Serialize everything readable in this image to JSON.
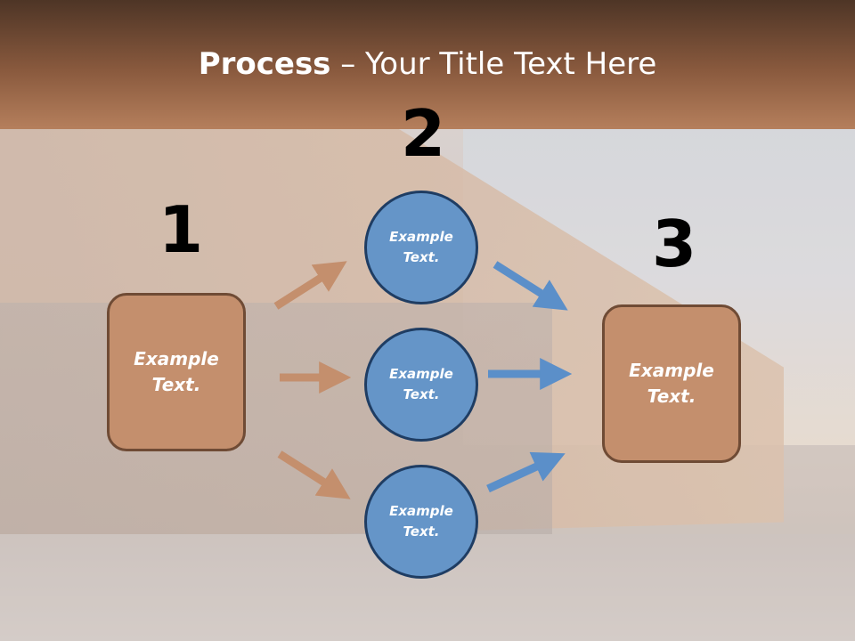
{
  "slide": {
    "title_bold": "Process",
    "title_rest": " – Your Title Text Here"
  },
  "steps": {
    "n1": "1",
    "n2": "2",
    "n3": "3"
  },
  "nodes": {
    "left": "Example\nText.",
    "top": "Example\nText.",
    "middle": "Example\nText.",
    "bottom": "Example\nText.",
    "right": "Example\nText."
  },
  "colors": {
    "banner": "#8a5a3e",
    "box_fill": "#c48f6d",
    "box_border": "#6f4b35",
    "circle_fill": "#6595c8",
    "circle_border": "#1f3d63",
    "arrow_brown": "#c48f6d",
    "arrow_blue": "#5b8fc9"
  }
}
